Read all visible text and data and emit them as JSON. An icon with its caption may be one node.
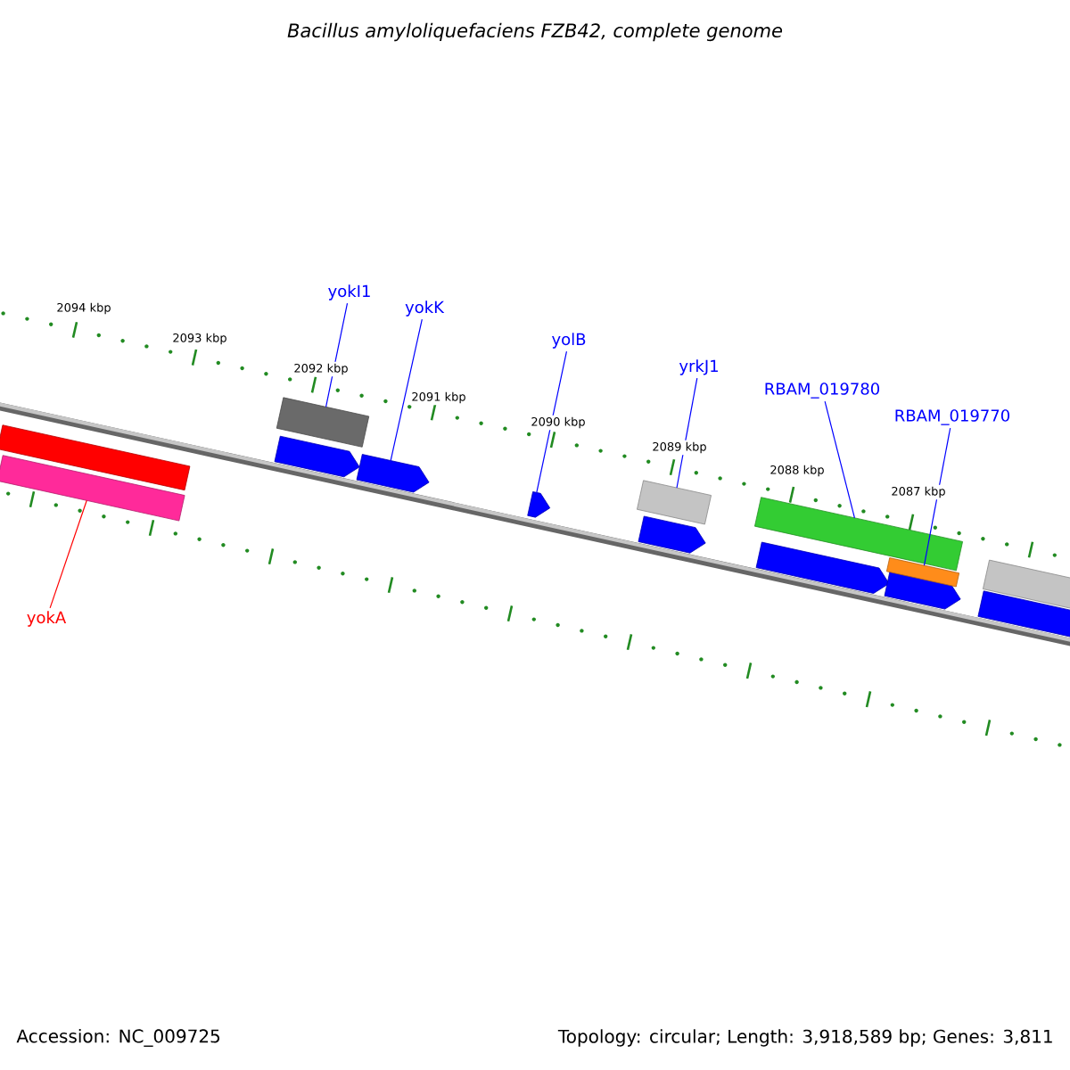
{
  "diagram": {
    "title": "Bacillus amyloliquefaciens FZB42, complete genome",
    "nodes": [
      {
        "text": [
          "yokI1"
        ]
      },
      {
        "text": [
          "yokK"
        ]
      },
      {
        "text": [
          "yolB"
        ]
      },
      {
        "text": [
          "yrkJ1"
        ]
      },
      {
        "text": [
          "RBAM_019780"
        ]
      },
      {
        "text": [
          "RBAM_019770"
        ]
      },
      {
        "text": [
          "yokA"
        ]
      },
      {
        "text": [],
        "shape": "bar"
      },
      {
        "text": [],
        "shape": "bar"
      },
      {
        "text": [],
        "shape": "arrow"
      },
      {
        "text": [],
        "shape": "bar"
      },
      {
        "text": [],
        "shape": "arrow"
      },
      {
        "text": [],
        "shape": "arrow"
      },
      {
        "text": [],
        "shape": "arrow"
      },
      {
        "text": [],
        "shape": "bar"
      },
      {
        "text": [],
        "shape": "arrow"
      },
      {
        "text": [],
        "shape": "bar"
      },
      {
        "text": [],
        "shape": "arrow"
      },
      {
        "text": [],
        "shape": "bar"
      },
      {
        "text": [],
        "shape": "bar"
      },
      {
        "text": [],
        "shape": "bar"
      }
    ],
    "edges": [
      {
        "from": 0,
        "to": 10,
        "arrow": "none"
      },
      {
        "from": 1,
        "to": 11,
        "arrow": "none"
      },
      {
        "from": 2,
        "to": 12,
        "arrow": "none"
      },
      {
        "from": 3,
        "to": 14,
        "arrow": "none"
      },
      {
        "from": 4,
        "to": 16,
        "arrow": "none"
      },
      {
        "from": 5,
        "to": 18,
        "arrow": "none"
      },
      {
        "from": 6,
        "to": 8,
        "arrow": "none",
        "color": "#ff0000"
      }
    ],
    "labels": [
      "2094 kbp",
      "2093 kbp",
      "2092 kbp",
      "2091 kbp",
      "2090 kbp",
      "2089 kbp",
      "2088 kbp",
      "2087 kbp",
      "Accession: NC_009725",
      "Topology: circular; Length: 3,918,589 bp; Genes: 3,811"
    ]
  }
}
